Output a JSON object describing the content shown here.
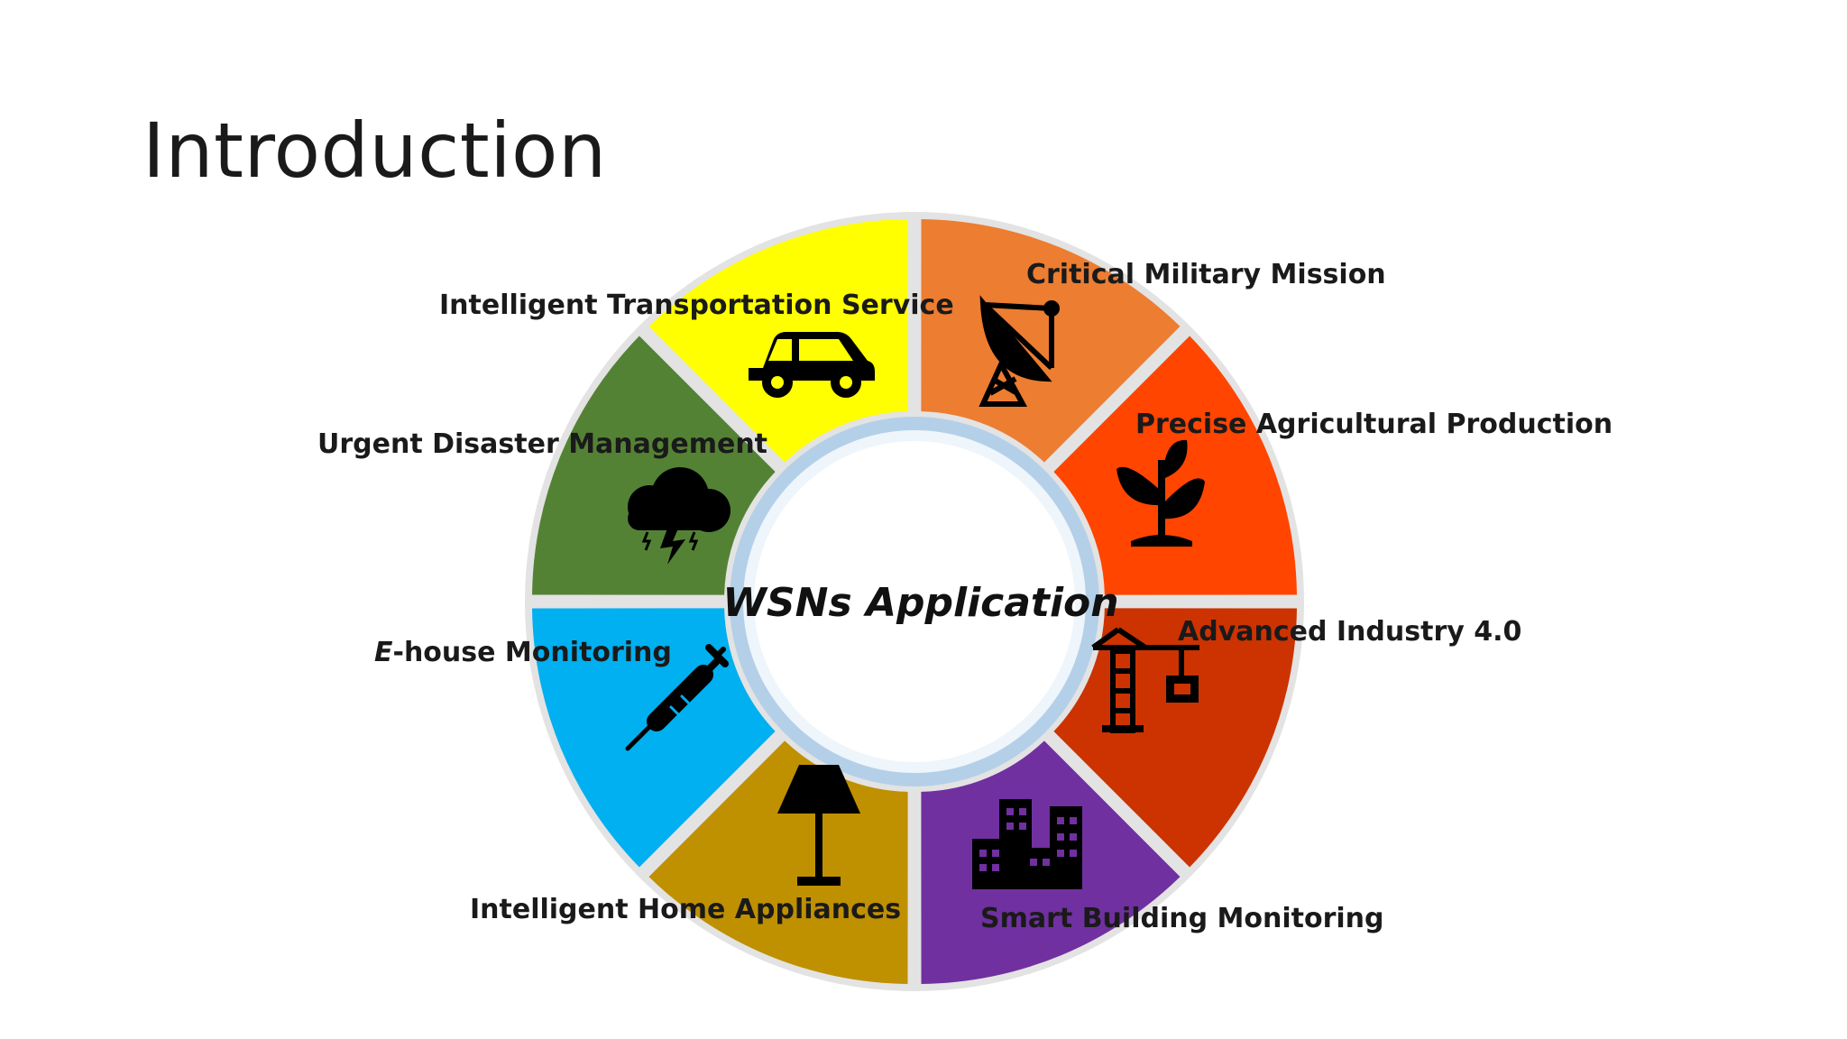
{
  "slide": {
    "title": "Introduction"
  },
  "diagram": {
    "center_label": "WSNs Application",
    "segments": [
      {
        "id": "military",
        "label": "Critical Military Mission",
        "color": "#ED7D31",
        "icon": "satellite-dish-icon"
      },
      {
        "id": "agriculture",
        "label": "Precise Agricultural Production",
        "color": "#FF4500",
        "icon": "plant-icon"
      },
      {
        "id": "industry",
        "label": "Advanced Industry 4.0",
        "color": "#CC3300",
        "icon": "crane-icon"
      },
      {
        "id": "building",
        "label": "Smart Building Monitoring",
        "color": "#7030A0",
        "icon": "buildings-icon"
      },
      {
        "id": "home",
        "label": "Intelligent Home Appliances",
        "color": "#BF9000",
        "icon": "lamp-icon"
      },
      {
        "id": "ehouse",
        "label_prefix": "E",
        "label_rest": "-house Monitoring",
        "color": "#00B0F0",
        "icon": "syringe-icon"
      },
      {
        "id": "disaster",
        "label": "Urgent Disaster Management",
        "color": "#548235",
        "icon": "storm-cloud-icon"
      },
      {
        "id": "transport",
        "label": "Intelligent Transportation Service",
        "color": "#FFFF00",
        "icon": "car-icon"
      }
    ]
  }
}
